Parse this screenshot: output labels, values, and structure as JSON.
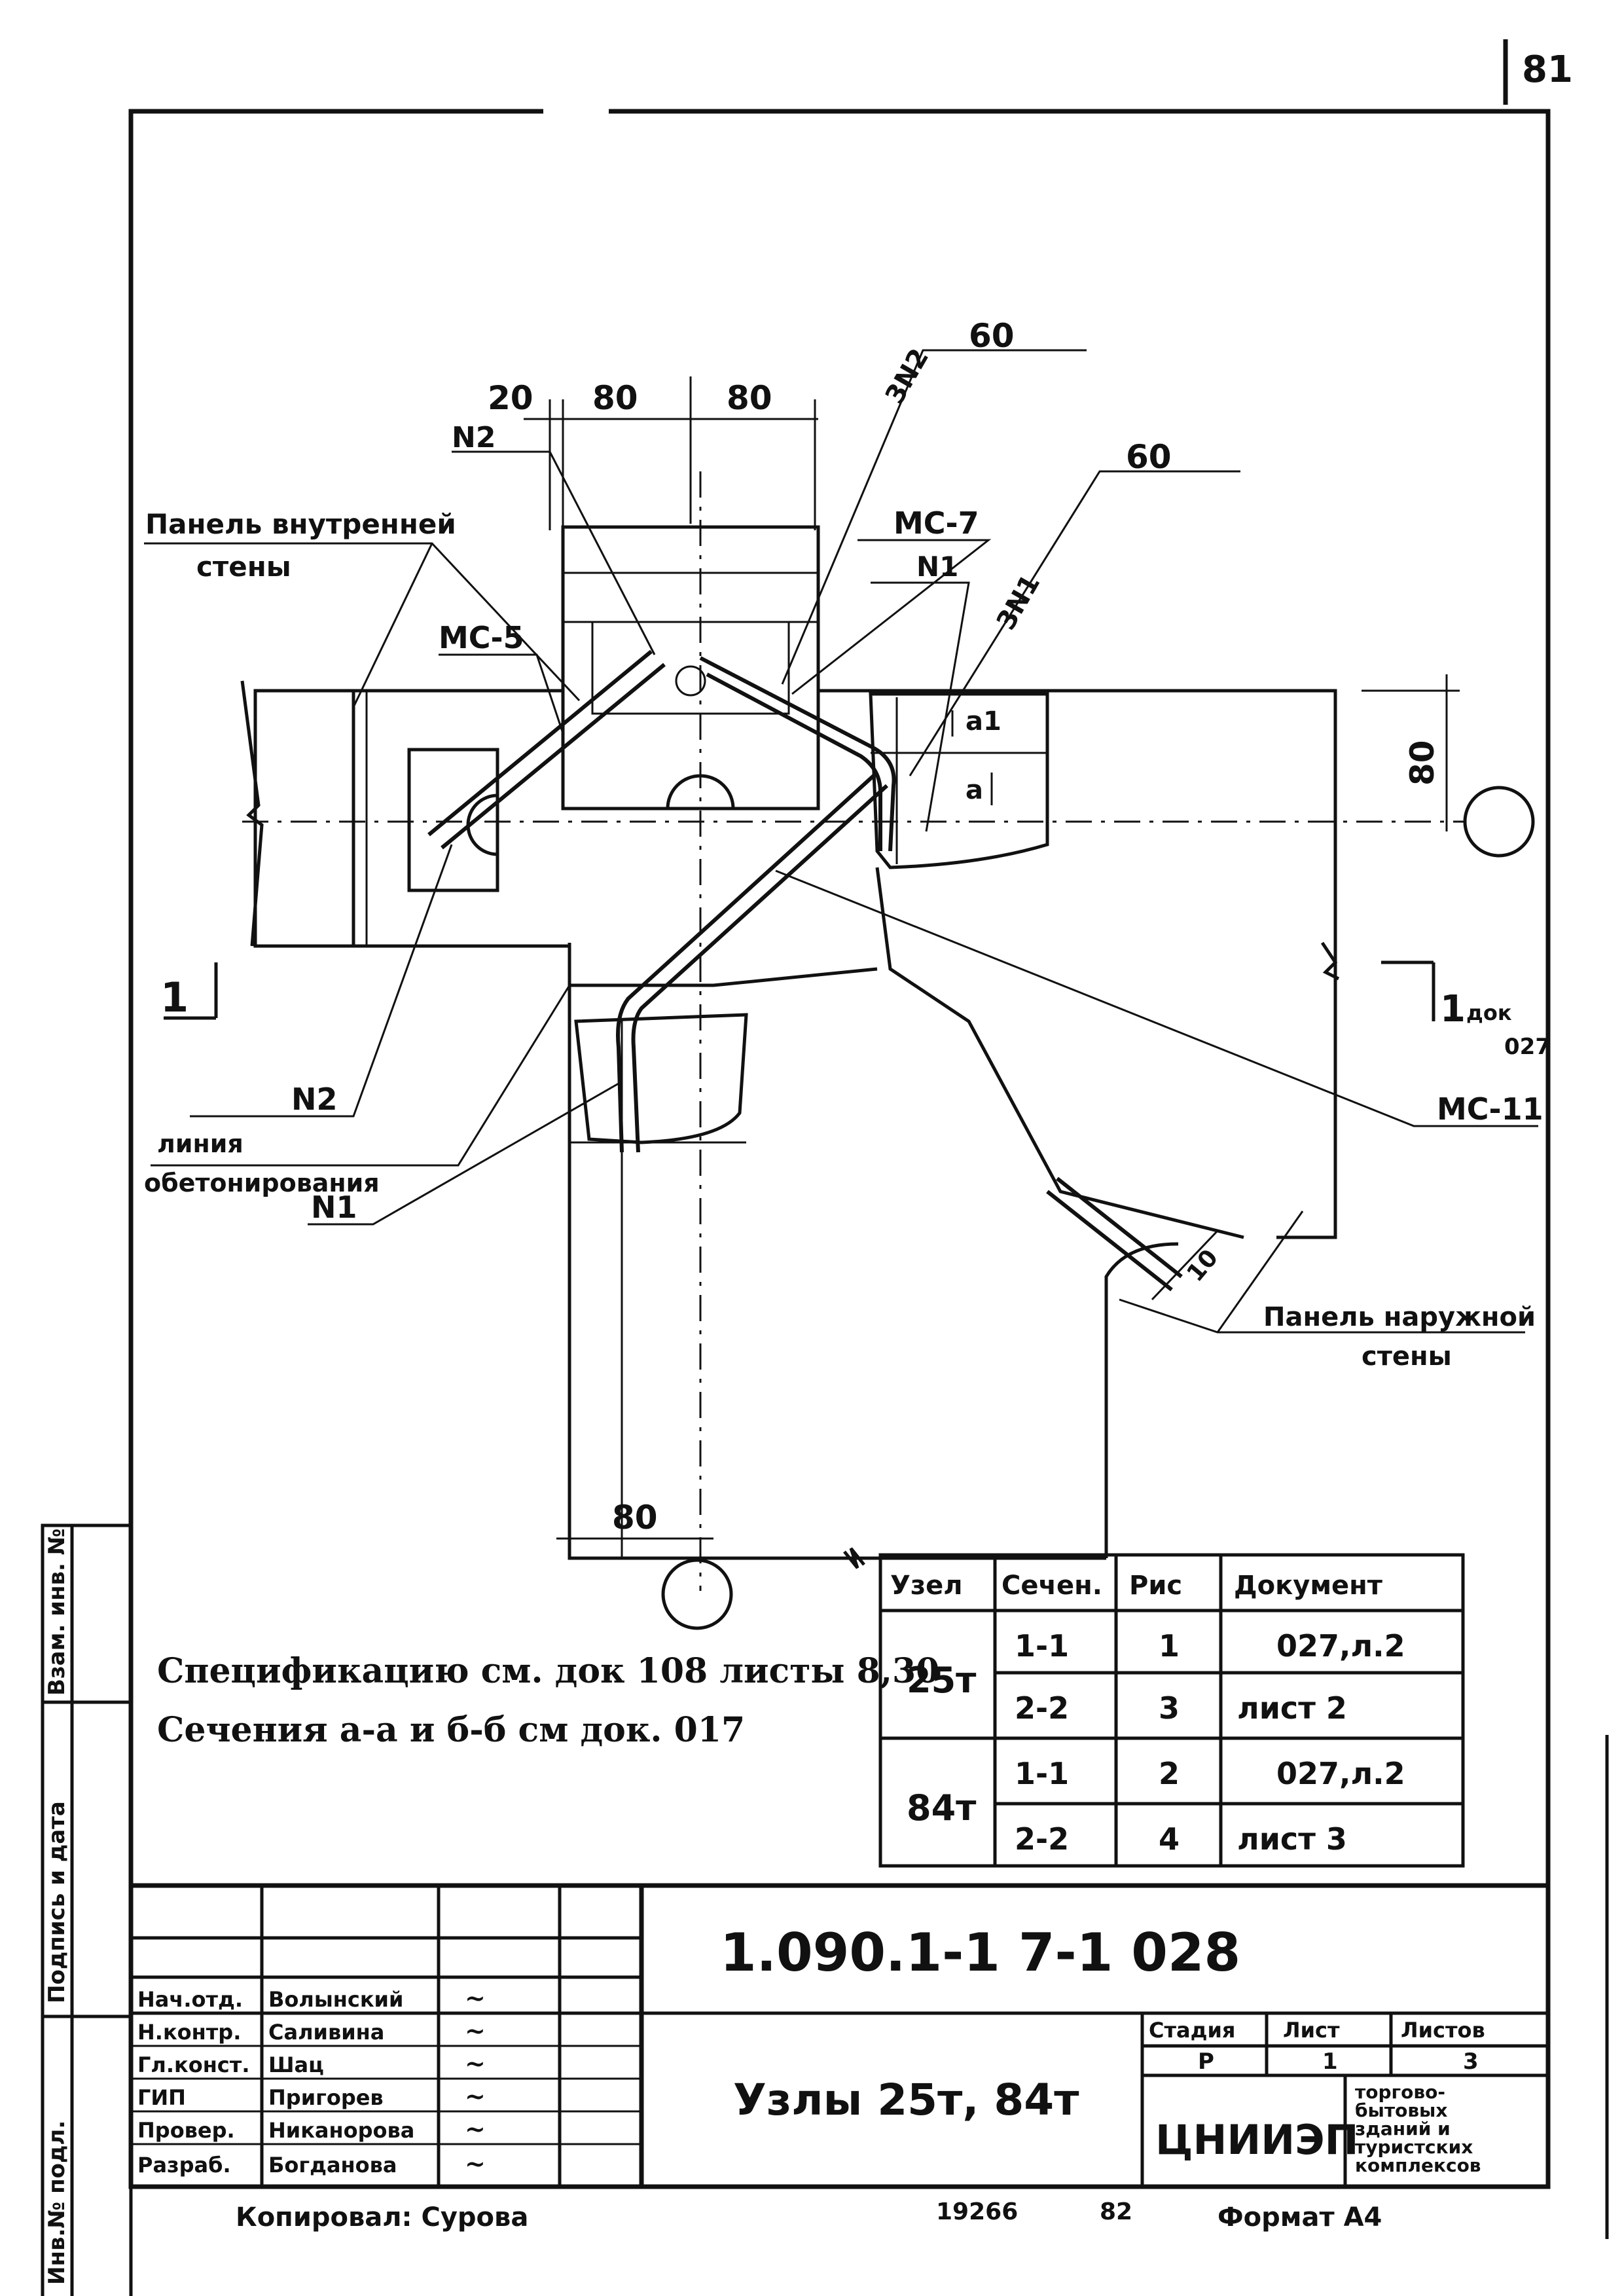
{
  "page_number": "81",
  "drawing": {
    "dims": {
      "d20": "20",
      "d80_left": "80",
      "d80_right": "80",
      "d60_top": "60",
      "d60_mid": "60",
      "d80_side": "80",
      "d80_bottom": "80",
      "d10": "10"
    },
    "labels": {
      "n2_top": "N2",
      "inner_panel_line1": "Панель внутренней",
      "inner_panel_line2": "стены",
      "mc5": "МС-5",
      "mc7": "МС-7",
      "n1_top": "N1",
      "bar_3n2": "3N2",
      "bar_3n1": "3N1",
      "a1": "a1",
      "a": "a",
      "section_left": "1",
      "section_right": "1",
      "section_ref_doc": "док",
      "section_ref_num": "027",
      "n2_bottom": "N2",
      "concrete_line1": "линия",
      "concrete_line2": "обетонирования",
      "n1_bottom": "N1",
      "mc11": "МС-11",
      "outer_panel_line1": "Панель наружной",
      "outer_panel_line2": "стены"
    }
  },
  "notes": {
    "line1": "Спецификацию см. док 108 листы 8,30",
    "line2": "Сечения а-а и б-б см док. 017"
  },
  "ref_table": {
    "headers": [
      "Узел",
      "Сечен.",
      "Рис",
      "Документ"
    ],
    "rows": [
      {
        "node": "25т",
        "section": "1-1",
        "fig": "1",
        "doc": "027,л.2"
      },
      {
        "node": "",
        "section": "2-2",
        "fig": "3",
        "doc": "лист 2"
      },
      {
        "node": "84т",
        "section": "1-1",
        "fig": "2",
        "doc": "027,л.2"
      },
      {
        "node": "",
        "section": "2-2",
        "fig": "4",
        "doc": "лист 3"
      }
    ]
  },
  "title_block": {
    "code": "1.090.1-1 7-1 028",
    "title": "Узлы 25т, 84т",
    "stage_label": "Стадия",
    "sheet_label": "Лист",
    "sheets_label": "Листов",
    "stage": "Р",
    "sheet": "1",
    "sheets": "3",
    "org": "ЦНИИЭП",
    "org_desc": [
      "торгово-",
      "бытовых",
      "зданий и",
      "туристских",
      "комплексов"
    ],
    "staff": [
      {
        "role": "Нач.отд.",
        "name": "Волынский",
        "sign": "~"
      },
      {
        "role": "Н.контр.",
        "name": "Саливина",
        "sign": "~"
      },
      {
        "role": "Гл.конст.",
        "name": "Шац",
        "sign": "~"
      },
      {
        "role": "ГИП",
        "name": "Пригорев",
        "sign": "~"
      },
      {
        "role": "Провер.",
        "name": "Никанорова",
        "sign": "~"
      },
      {
        "role": "Разраб.",
        "name": "Богданова",
        "sign": "~"
      }
    ]
  },
  "side_stamp": {
    "col1": "Взам. инв. №",
    "col2": "Подпись и дата",
    "col3": "Инв.№ подл."
  },
  "footer": {
    "copied": "Копировал: Сурова",
    "order": "19266",
    "year": "82",
    "format": "Формат А4"
  }
}
